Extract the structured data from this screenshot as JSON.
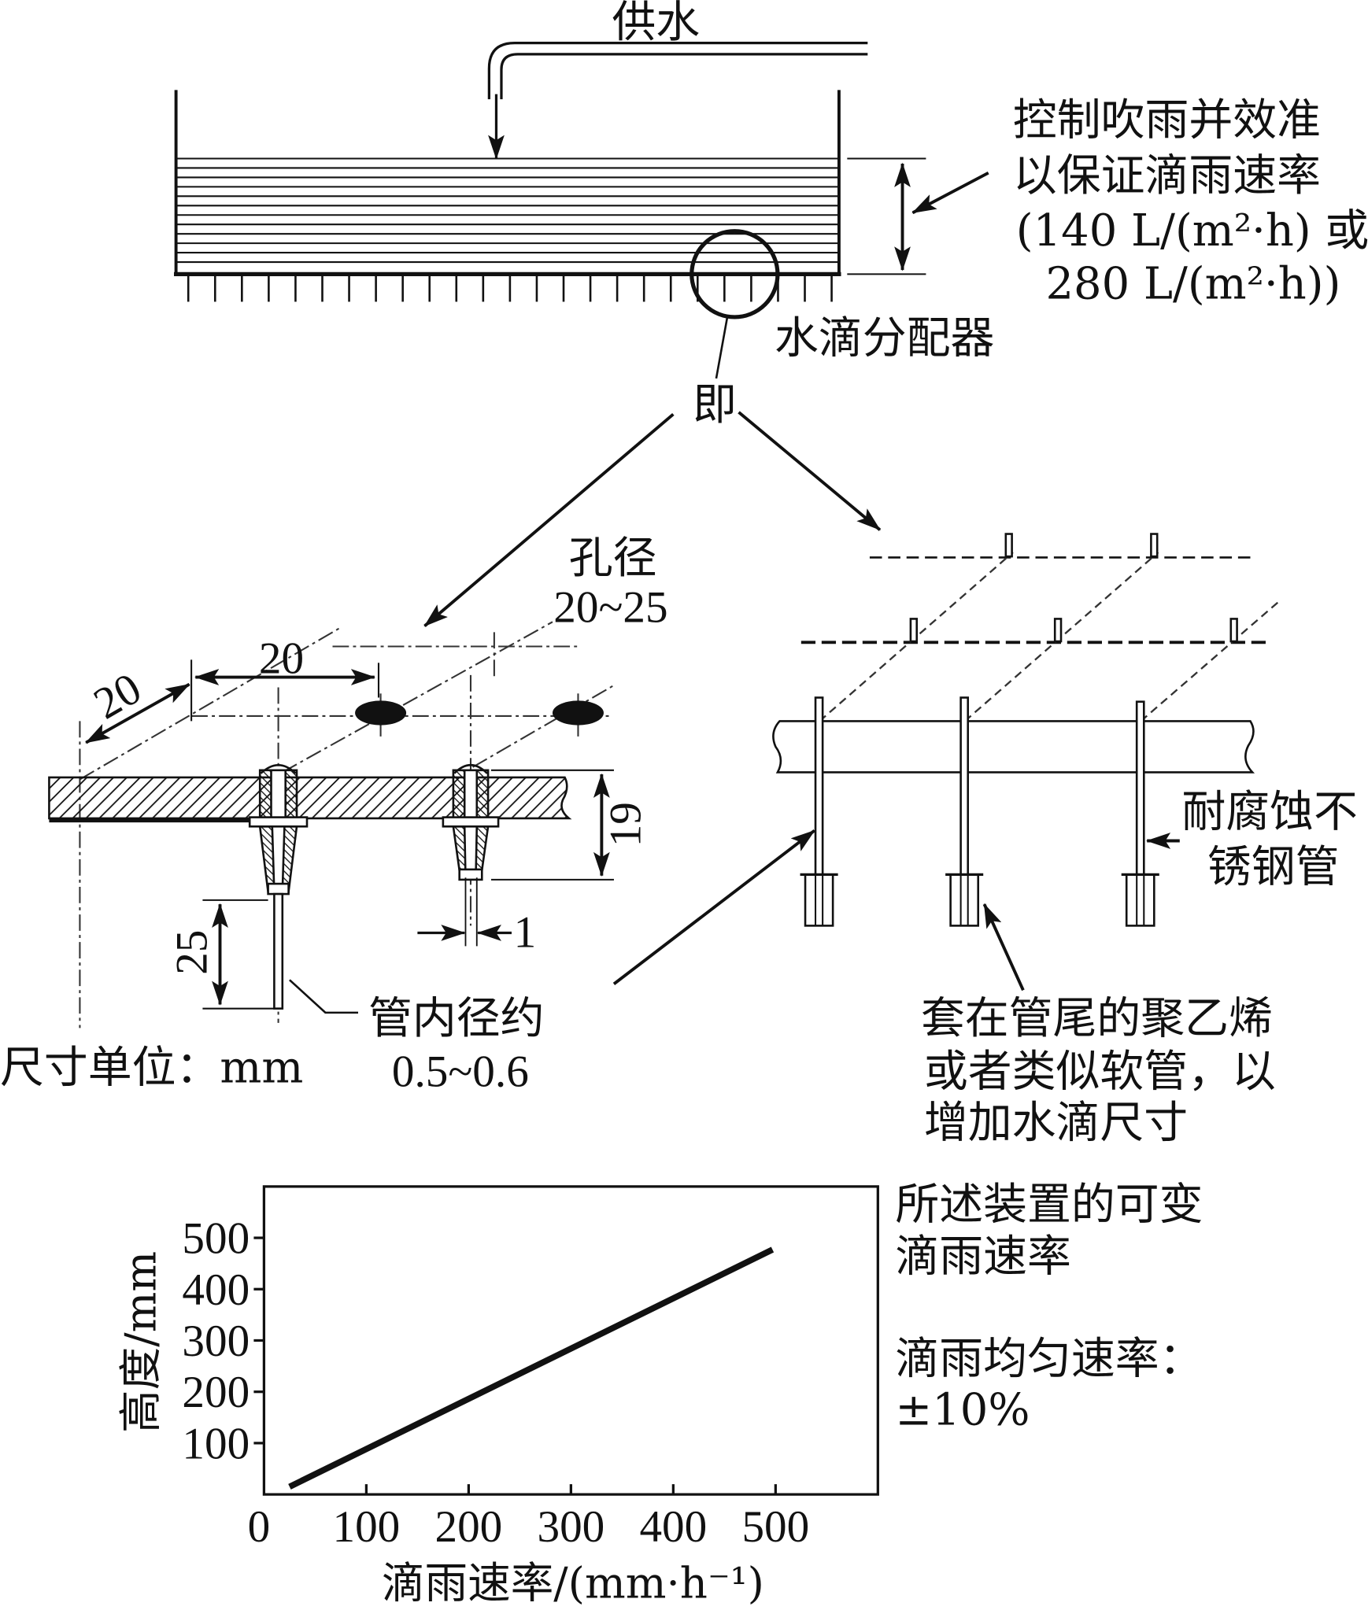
{
  "supply": {
    "label": "供水"
  },
  "calibration_note": {
    "lines": [
      "控制吹雨并效准",
      "以保证滴雨速率",
      "(140 L/(m²·h) 或",
      "280 L/(m²·h))"
    ]
  },
  "distributor_label": "水滴分配器",
  "ie_label": "即",
  "hole": {
    "label": "孔径",
    "value": "20~25"
  },
  "dims": {
    "horizontal_spacing": "20",
    "diagonal_spacing": "20",
    "plate_height": "19",
    "needle_length": "25",
    "tip_width": "1"
  },
  "inner_diameter": {
    "label": "管内径约",
    "value": "0.5~0.6"
  },
  "units_note": "尺寸单位：mm",
  "stainless_tube": {
    "lines": [
      "耐腐蚀不",
      "锈钢管"
    ]
  },
  "sleeve_note": {
    "lines": [
      "套在管尾的聚乙烯",
      "或者类似软管，以",
      "增加水滴尺寸"
    ]
  },
  "variable_rate_note": {
    "lines": [
      "所述装置的可变",
      "滴雨速率"
    ]
  },
  "uniformity_note": {
    "lines": [
      "滴雨均匀速率：",
      "±10%"
    ]
  },
  "chart_data": {
    "type": "line",
    "xlabel": "滴雨速率/(mm·h⁻¹)",
    "ylabel": "高度/mm",
    "xlim": [
      0,
      600
    ],
    "ylim": [
      0,
      600
    ],
    "x_ticks": [
      0,
      100,
      200,
      300,
      400,
      500
    ],
    "y_ticks": [
      100,
      200,
      300,
      400,
      500
    ],
    "grid": false,
    "series": [
      {
        "x": [
          25,
          497
        ],
        "y": [
          15,
          477
        ]
      }
    ]
  }
}
